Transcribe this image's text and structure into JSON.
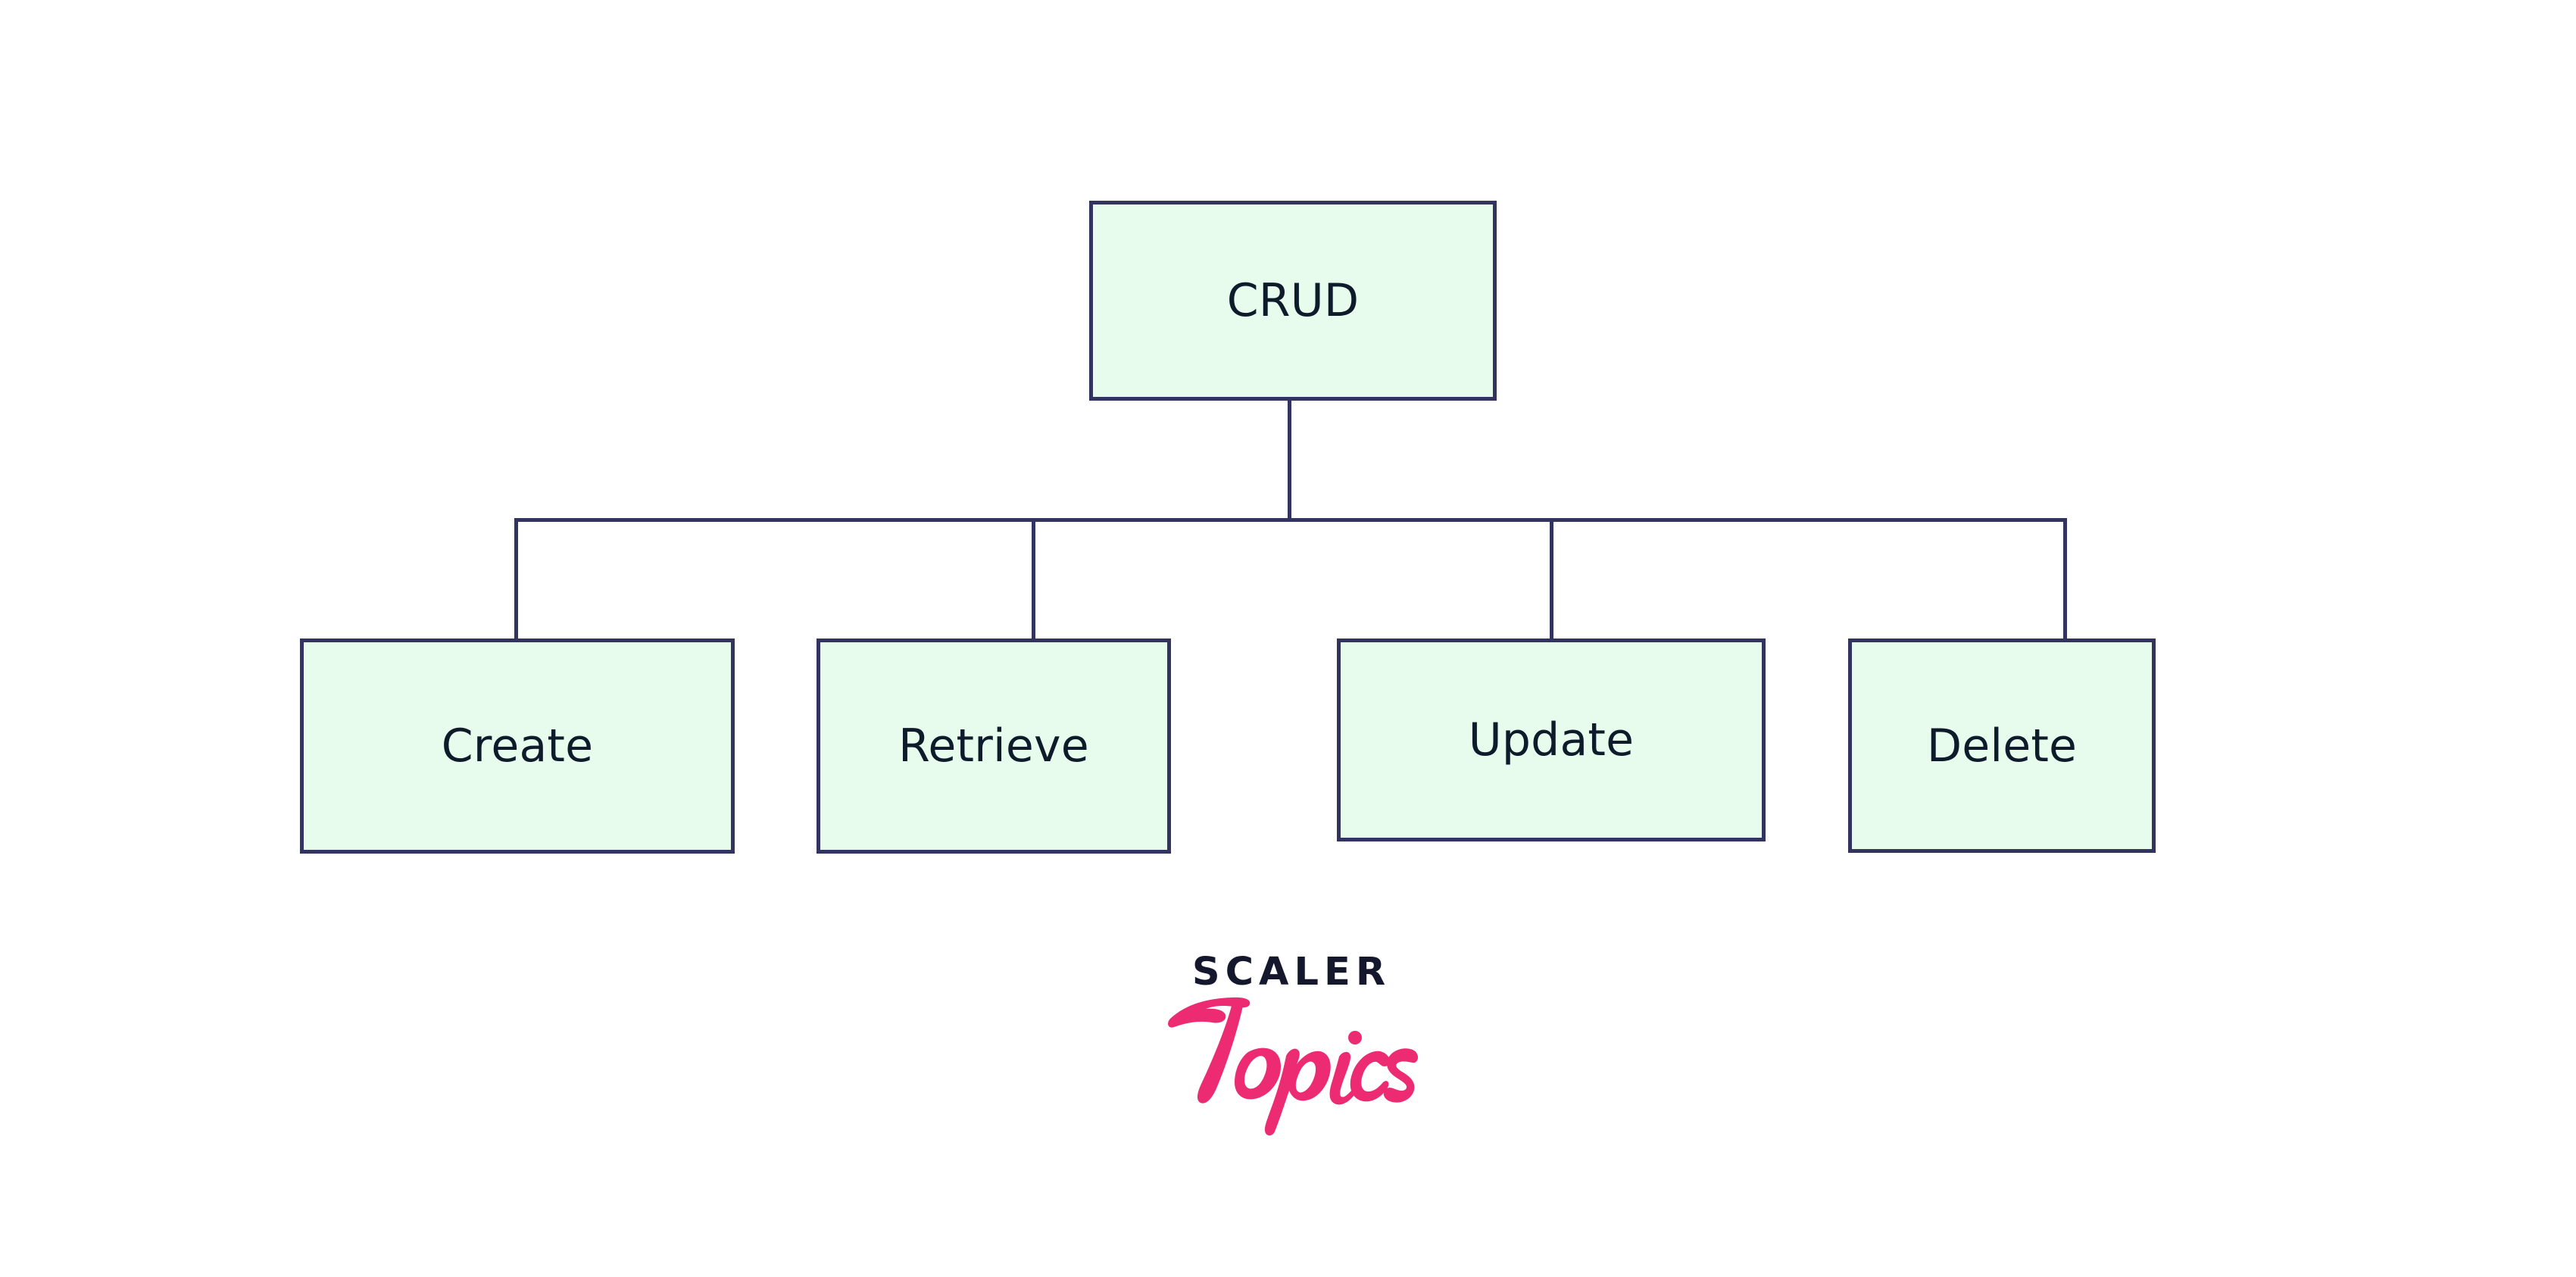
{
  "diagram": {
    "title": "CRUD",
    "type": "hierarchy-tree",
    "root": {
      "id": "crud",
      "label": "CRUD"
    },
    "children": [
      {
        "id": "create",
        "label": "Create"
      },
      {
        "id": "retrieve",
        "label": "Retrieve"
      },
      {
        "id": "update",
        "label": "Update"
      },
      {
        "id": "delete",
        "label": "Delete"
      }
    ],
    "colors": {
      "node_fill": "#e7fcec",
      "node_border": "#33335f",
      "connector": "#33335f",
      "label_text": "#0d1b2a",
      "background": "#ffffff"
    }
  },
  "watermark": {
    "brand": "SCALER",
    "product": "Topics",
    "brand_color": "#15182c",
    "product_color": "#ec2b72"
  }
}
